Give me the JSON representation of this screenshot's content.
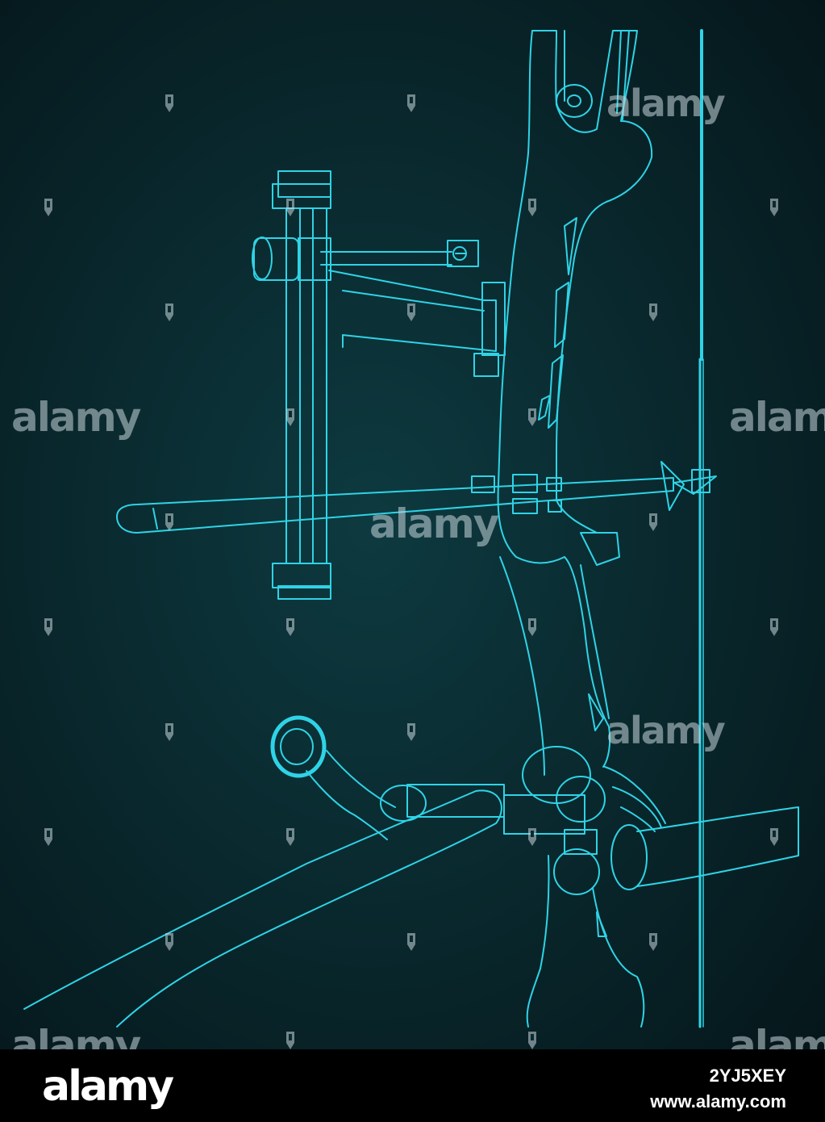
{
  "colors": {
    "background_center": "#0d3a40",
    "background_edge": "#05161a",
    "line": "#2fd3e6",
    "watermark": "#c8d7dc",
    "footer_bg": "#000000",
    "footer_text": "#ffffff"
  },
  "watermark": {
    "text": "alamy",
    "icon": "pin-icon"
  },
  "illustration": {
    "subject": "recurve-bow-riser-blueprint",
    "parts": [
      "riser",
      "sight",
      "arrow",
      "stabilizer",
      "bowstring",
      "grip"
    ]
  },
  "footer": {
    "logo": "alamy",
    "image_id": "2YJ5XEY",
    "url": "www.alamy.com"
  }
}
